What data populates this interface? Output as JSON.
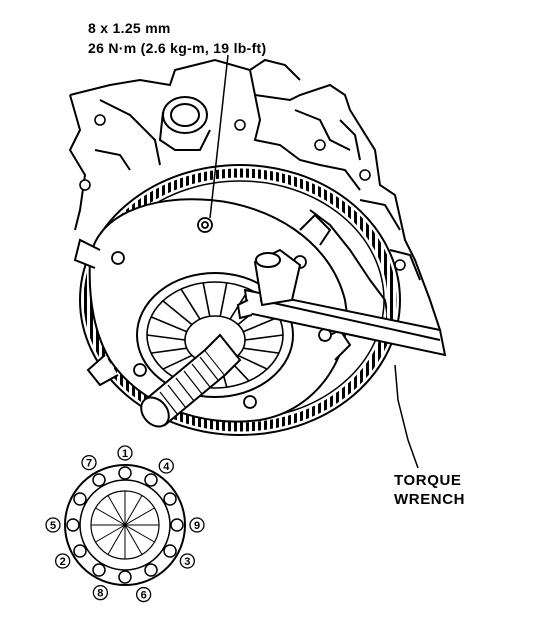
{
  "bolt_spec": {
    "size": "8 x 1.25 mm",
    "torque": "26 N·m (2.6 kg-m, 19 lb-ft)"
  },
  "tool_label": {
    "line1": "TORQUE",
    "line2": "WRENCH"
  },
  "tightening_sequence": {
    "order_numbers": [
      "1",
      "2",
      "3",
      "4",
      "5",
      "6",
      "7",
      "8",
      "9"
    ]
  }
}
